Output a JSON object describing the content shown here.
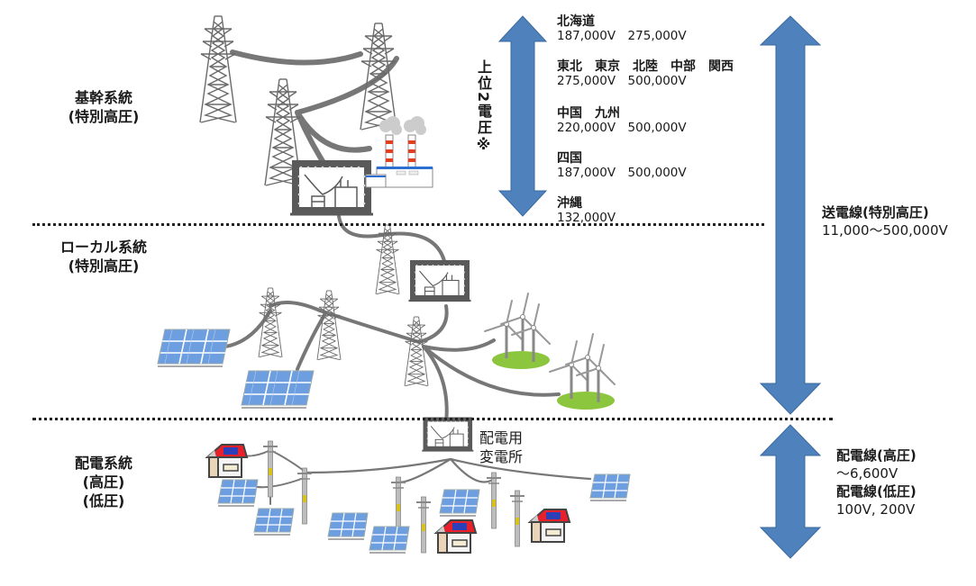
{
  "title": "電力系統の構成図",
  "tiers": [
    {
      "id": "trunk",
      "name": "基幹系統",
      "sub": "(特別高圧)"
    },
    {
      "id": "local",
      "name": "ローカル系統",
      "sub": "(特別高圧)"
    },
    {
      "id": "distribution",
      "name": "配電系統",
      "sub1": "(高圧)",
      "sub2": "(低圧)"
    }
  ],
  "top_two_voltage_label": "上位2電圧※",
  "regional_voltages": [
    {
      "region": "北海道",
      "voltages": "187,000V　275,000V"
    },
    {
      "region": "東北　東京　北陸　中部　関西",
      "voltages": "275,000V　500,000V"
    },
    {
      "region": "中国　九州",
      "voltages": "220,000V　500,000V"
    },
    {
      "region": "四国",
      "voltages": "187,000V　500,000V"
    },
    {
      "region": "沖縄",
      "voltages": "132,000V"
    }
  ],
  "transmission": {
    "label": "送電線(特別高圧)",
    "range": "11,000〜500,000V"
  },
  "distribution_lines": {
    "high_label": "配電線(高圧)",
    "high_range": "〜6,600V",
    "low_label": "配電線(低圧)",
    "low_range": "100V, 200V"
  },
  "distribution_substation": {
    "line1": "配電用",
    "line2": "変電所"
  },
  "colors": {
    "arrow_fill": "#4f81bd",
    "arrow_stroke": "#3a6a9f",
    "line_gray": "#777777",
    "tower_gray": "#666666",
    "solar_blue": "#5b8fd6",
    "grass_green": "#8cc63f",
    "roof_red": "#e8202a",
    "roof_blue": "#2a3fb8",
    "chimney_red": "#e04020"
  },
  "icons": [
    "transmission-tower-icon",
    "substation-icon",
    "power-plant-icon",
    "solar-panel-icon",
    "wind-turbine-icon",
    "house-icon",
    "utility-pole-icon",
    "double-arrow-icon"
  ]
}
